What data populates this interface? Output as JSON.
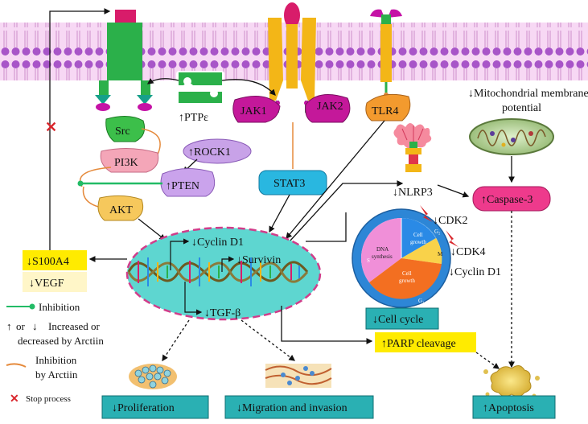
{
  "colors": {
    "membrane_head": "#a855c8",
    "membrane_tail": "#f2c4ee",
    "nucleus_fill": "#5ed6d0",
    "nucleus_border": "#d13d8a",
    "banner": "#2ab0b3",
    "highlight_yellow": "#ffeb00",
    "vegf_bg": "#fff6c8",
    "src": "#3cbf4a",
    "pi3k": "#f4a6b8",
    "akt": "#f6c85c",
    "pten": "#caa3ec",
    "rock1": "#c8a2e8",
    "jak": "#c4189a",
    "stat3": "#29b7e0",
    "tlr4": "#f39a2e",
    "caspase3": "#ee3a8c",
    "inhibition_line": "#22bb66",
    "arctiin_line": "#e58a3c",
    "stop_mark": "#d9262c"
  },
  "icons": {
    "membrane": "lipid-bilayer",
    "receptor": "transmembrane-receptor",
    "ptpe": "phosphatase-enzyme",
    "mitochondrion": "mitochondrion-icon",
    "nlrp3": "inflammasome-icon",
    "dna": "dna-helix",
    "cells": "cell-cluster-icon",
    "tissue": "tissue-invasion-icon",
    "apoptotic_cell": "apoptotic-cell-icon",
    "stop": "stop-cross-icon"
  },
  "labels": {
    "src": "Src",
    "pi3k": "PI3K",
    "pten": "↑PTEN",
    "akt": "AKT",
    "rock1": "↑ROCK1",
    "ptpe": "↑PTPε",
    "jak1": "JAK1",
    "jak2": "JAK2",
    "stat3": "STAT3",
    "tlr4": "TLR4",
    "mito_line1": "↓Mitochondrial membrane",
    "mito_line2": "potential",
    "nlrp3": "↓NLRP3",
    "caspase3": "↑Caspase-3",
    "cdk2": "↓CDK2",
    "cdk4": "↓CDK4",
    "cyclin_d1_right": "↓Cyclin D1",
    "cyclin_d1": "↓Cyclin D1",
    "survivin": "↓Survivin",
    "tgfb": "↓TGF-β",
    "s100a4": "↓S100A4",
    "vegf": "↓VEGF",
    "parp": "↑PARP cleavage"
  },
  "cell_cycle": {
    "phases": {
      "g1": "G₁",
      "s": "S",
      "g2": "G₂",
      "m": "M"
    },
    "segments": {
      "dna_line1": "DNA",
      "dna_line2": "synthesis",
      "cell_growth_top_1": "Cell",
      "cell_growth_top_2": "growth",
      "cell_growth_bottom_1": "Cell",
      "cell_growth_bottom_2": "growth"
    }
  },
  "banners": {
    "proliferation": "↓Proliferation",
    "migration": "↓Migration and invasion",
    "apoptosis": "↑Apoptosis",
    "cell_cycle": "↓Cell cycle"
  },
  "legend": {
    "inhibition": "Inhibition",
    "or_word": "or",
    "increased_line1": "Increased or",
    "increased_line2": "decreased by Arctiin",
    "arctiin_line1": "Inhibition",
    "arctiin_line2": "by Arctiin",
    "stop": "Stop process"
  }
}
